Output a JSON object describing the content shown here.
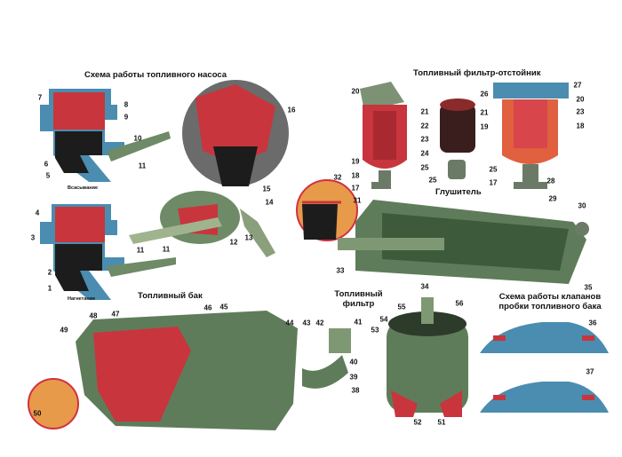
{
  "titles": {
    "fuel_pump_scheme": "Схема работы топливного насоса",
    "settling_filter": "Топливный фильтр-отстойник",
    "muffler": "Глушитель",
    "fuel_tank": "Топливный бак",
    "fuel_filter_l1": "Топливный",
    "fuel_filter_l2": "фильтр",
    "cap_valves_l1": "Схема работы клапанов",
    "cap_valves_l2": "пробки топливного бака"
  },
  "captions": {
    "suction": "Всасывание",
    "discharge": "Нагнетание"
  },
  "callouts": [
    "7",
    "8",
    "9",
    "10",
    "11",
    "6",
    "5",
    "4",
    "3",
    "2",
    "1",
    "11",
    "16",
    "15",
    "14",
    "13",
    "12",
    "11",
    "20",
    "21",
    "22",
    "23",
    "24",
    "19",
    "25",
    "18",
    "17",
    "25",
    "27",
    "26",
    "20",
    "21",
    "23",
    "19",
    "18",
    "25",
    "28",
    "17",
    "29",
    "30",
    "31",
    "32",
    "33",
    "34",
    "35",
    "46",
    "45",
    "47",
    "48",
    "49",
    "44",
    "43",
    "42",
    "41",
    "40",
    "39",
    "38",
    "50",
    "55",
    "56",
    "54",
    "53",
    "52",
    "51",
    "36",
    "37"
  ],
  "colors": {
    "red": "#c8353d",
    "green": "#5f7c5a",
    "blue": "#4a8db0",
    "dark": "#1c1c1c",
    "orange": "#e79a4a"
  }
}
